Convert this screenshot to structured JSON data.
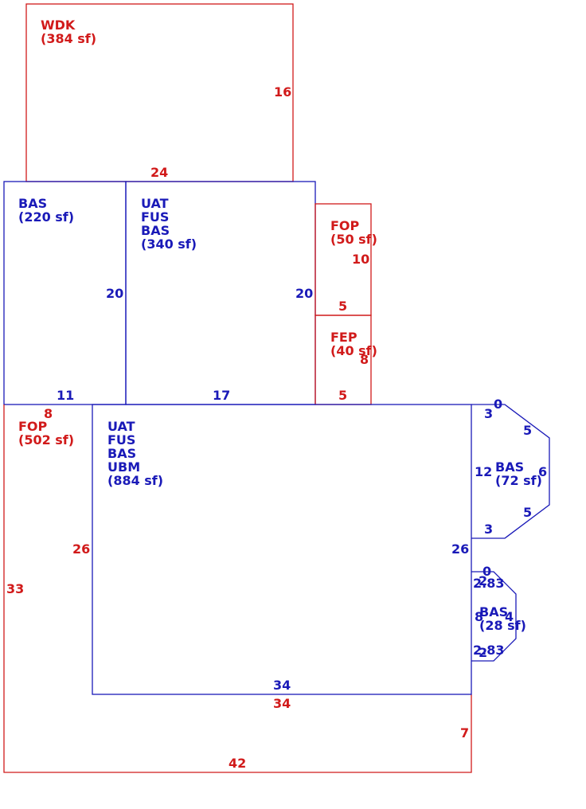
{
  "colors": {
    "red": "#d11a1a",
    "blue": "#1a1ab8",
    "background": "#ffffff"
  },
  "areas": {
    "wdk": {
      "lines": [
        "WDK",
        "(384 sf)"
      ]
    },
    "bas_left": {
      "lines": [
        "BAS",
        "(220 sf)"
      ]
    },
    "bas_mid": {
      "lines": [
        "UAT",
        "FUS",
        "BAS",
        "(340 sf)"
      ]
    },
    "fop_small": {
      "lines": [
        "FOP",
        "(50 sf)"
      ]
    },
    "fep": {
      "lines": [
        "FEP",
        "(40 sf)"
      ]
    },
    "fop_large": {
      "lines": [
        "FOP",
        "(502 sf)"
      ]
    },
    "main": {
      "lines": [
        "UAT",
        "FUS",
        "BAS",
        "UBM",
        "(884 sf)"
      ]
    },
    "bas_72": {
      "lines": [
        "BAS",
        "(72 sf)"
      ]
    },
    "bas_28": {
      "lines": [
        "BAS",
        "(28 sf)"
      ]
    }
  },
  "dimensions": {
    "wdk_side": "16",
    "wdk_bottom": "24",
    "bas_left_side": "20",
    "bas_left_bottom": "11",
    "bas_mid_side": "20",
    "bas_mid_bottom": "17",
    "fop_small_side": "10",
    "fop_small_bottom": "5",
    "fep_side": "8",
    "fep_bottom": "5",
    "fop_large_top": "8",
    "fop_large_inner_side": "26",
    "fop_large_outer_side": "33",
    "fop_large_inner_bottom": "34",
    "fop_large_right": "7",
    "fop_large_bottom": "42",
    "main_right": "26",
    "main_bottom": "34",
    "bas72_top_0": "0",
    "bas72_top_3": "3",
    "bas72_diag_top": "5",
    "bas72_inner": "12",
    "bas72_right": "6",
    "bas72_diag_bottom": "5",
    "bas72_bottom_3": "3",
    "bas28_top_0": "0",
    "bas28_top_2": "2",
    "bas28_top_283": "2.83",
    "bas28_inner": "8",
    "bas28_right": "4",
    "bas28_bottom_283": "2.83",
    "bas28_bottom_2": "2"
  }
}
